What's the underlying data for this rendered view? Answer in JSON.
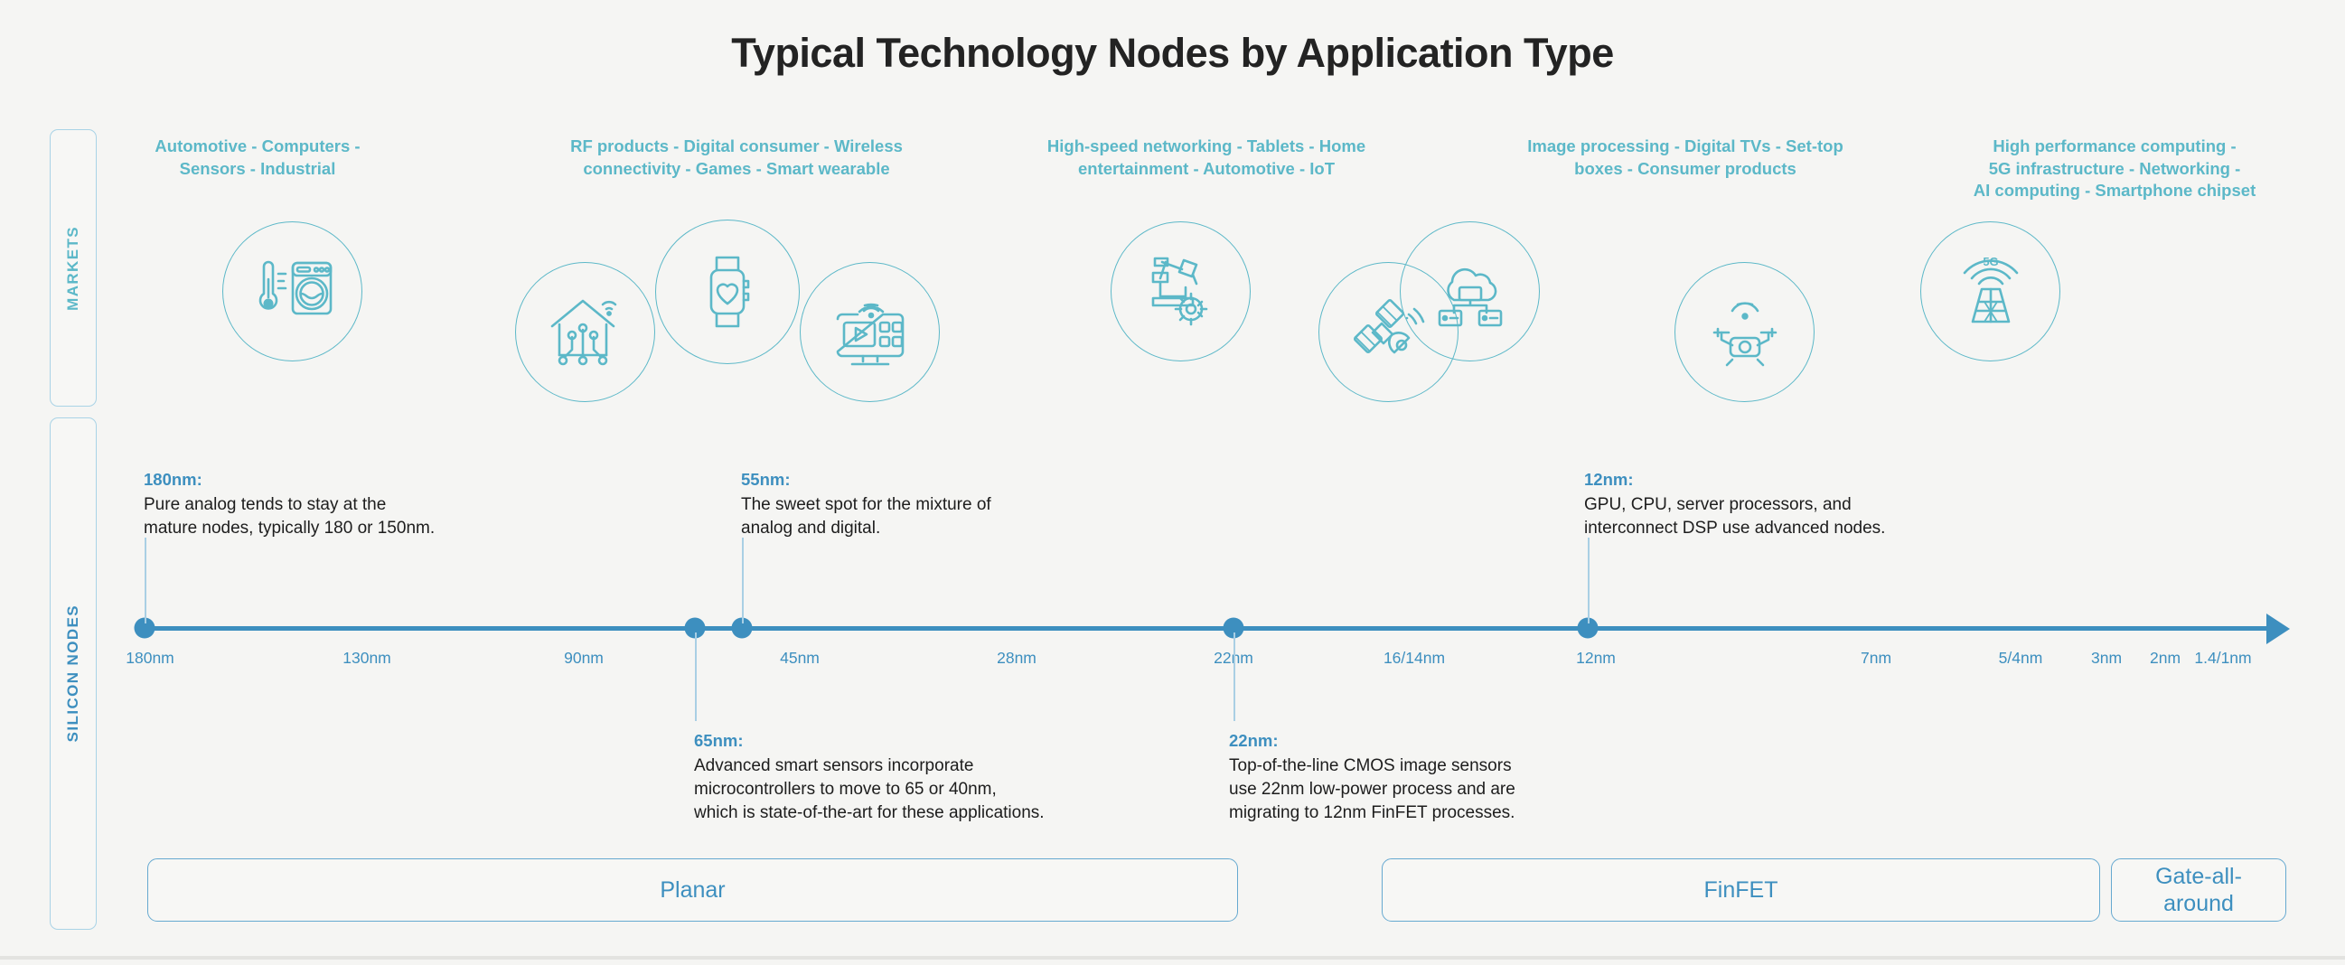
{
  "page": {
    "title": "Typical Technology Nodes by Application Type",
    "background": "#f5f5f3",
    "accent_teal": "#5cb8c8",
    "accent_blue": "#3d8fbf"
  },
  "rails": [
    {
      "id": "markets",
      "label": "MARKETS",
      "color": "#5cb8c8"
    },
    {
      "id": "silicon-nodes",
      "label": "SILICON NODES",
      "color": "#3d8fbf"
    }
  ],
  "market_groups": [
    {
      "heading": "Automotive - Computers -\nSensors - Industrial",
      "line1": "Automotive - Computers -",
      "line2": "Sensors - Industrial",
      "icons": [
        "thermometer-washing-machine-icon"
      ]
    },
    {
      "heading": "RF products - Digital consumer - Wireless\nconnectivity - Games - Smart wearable",
      "line1": "RF products - Digital consumer - Wireless",
      "line2": "connectivity - Games - Smart wearable",
      "icons": [
        "smart-home-icon",
        "smartwatch-heart-icon",
        "smart-tv-icon"
      ]
    },
    {
      "heading": "High-speed networking - Tablets - Home\nentertainment - Automotive - IoT",
      "line1": "High-speed networking - Tablets - Home",
      "line2": "entertainment - Automotive - IoT",
      "icons": [
        "robotic-arm-icon",
        "satellite-icon"
      ]
    },
    {
      "heading": "Image processing - Digital TVs - Set-top\nboxes - Consumer products",
      "line1": "Image processing - Digital TVs - Set-top",
      "line2": "boxes - Consumer products",
      "icons": [
        "cloud-network-icon",
        "drone-icon"
      ]
    },
    {
      "heading": "High performance computing -\n5G infrastructure - Networking -\nAI computing - Smartphone chipset",
      "line1": "High performance computing -",
      "line2": "5G infrastructure - Networking -",
      "line3": "AI computing - Smartphone chipset",
      "icons": [
        "5g-tower-icon"
      ]
    }
  ],
  "chart_data": {
    "type": "timeline",
    "title": "Typical Technology Nodes by Application Type",
    "axis_label": "SILICON NODES",
    "tick_labels": [
      "180nm",
      "130nm",
      "90nm",
      "45nm",
      "28nm",
      "22nm",
      "16/14nm",
      "12nm",
      "7nm",
      "5/4nm",
      "3nm",
      "2nm",
      "1.4/1nm"
    ],
    "tick_x": [
      166,
      406,
      646,
      885,
      1125,
      1365,
      1565,
      1766,
      2076,
      2236,
      2331,
      2396,
      2452
    ],
    "marked_nodes": [
      "180nm",
      "65nm",
      "55nm",
      "22nm",
      "12nm"
    ],
    "marker_x": [
      160,
      769,
      821,
      1365,
      1757
    ],
    "direction": "decreasing node size, left to right",
    "arrow_end": true
  },
  "callouts": [
    {
      "id": "180nm",
      "node": "180nm:",
      "text": "Pure analog tends to stay at the\nmature nodes, typically 180 or 150nm.",
      "position": "above"
    },
    {
      "id": "55nm",
      "node": "55nm:",
      "text": "The sweet spot for the mixture of\nanalog and digital.",
      "position": "above"
    },
    {
      "id": "12nm",
      "node": "12nm:",
      "text": "GPU, CPU, server processors, and\ninterconnect DSP use advanced nodes.",
      "position": "above"
    },
    {
      "id": "65nm",
      "node": "65nm:",
      "text": "Advanced smart sensors incorporate\nmicrocontrollers to move to 65 or 40nm,\nwhich is state-of-the-art for these applications.",
      "position": "below"
    },
    {
      "id": "22nm",
      "node": "22nm:",
      "text": "Top-of-the-line CMOS image sensors\nuse 22nm low-power process and are\nmigrating to 12nm FinFET processes.",
      "position": "below"
    }
  ],
  "tech_boxes": [
    {
      "id": "planar",
      "label": "Planar"
    },
    {
      "id": "finfet",
      "label": "FinFET"
    },
    {
      "id": "gate-all-around",
      "label": "Gate-all-\naround",
      "line1": "Gate-all-",
      "line2": "around"
    }
  ]
}
